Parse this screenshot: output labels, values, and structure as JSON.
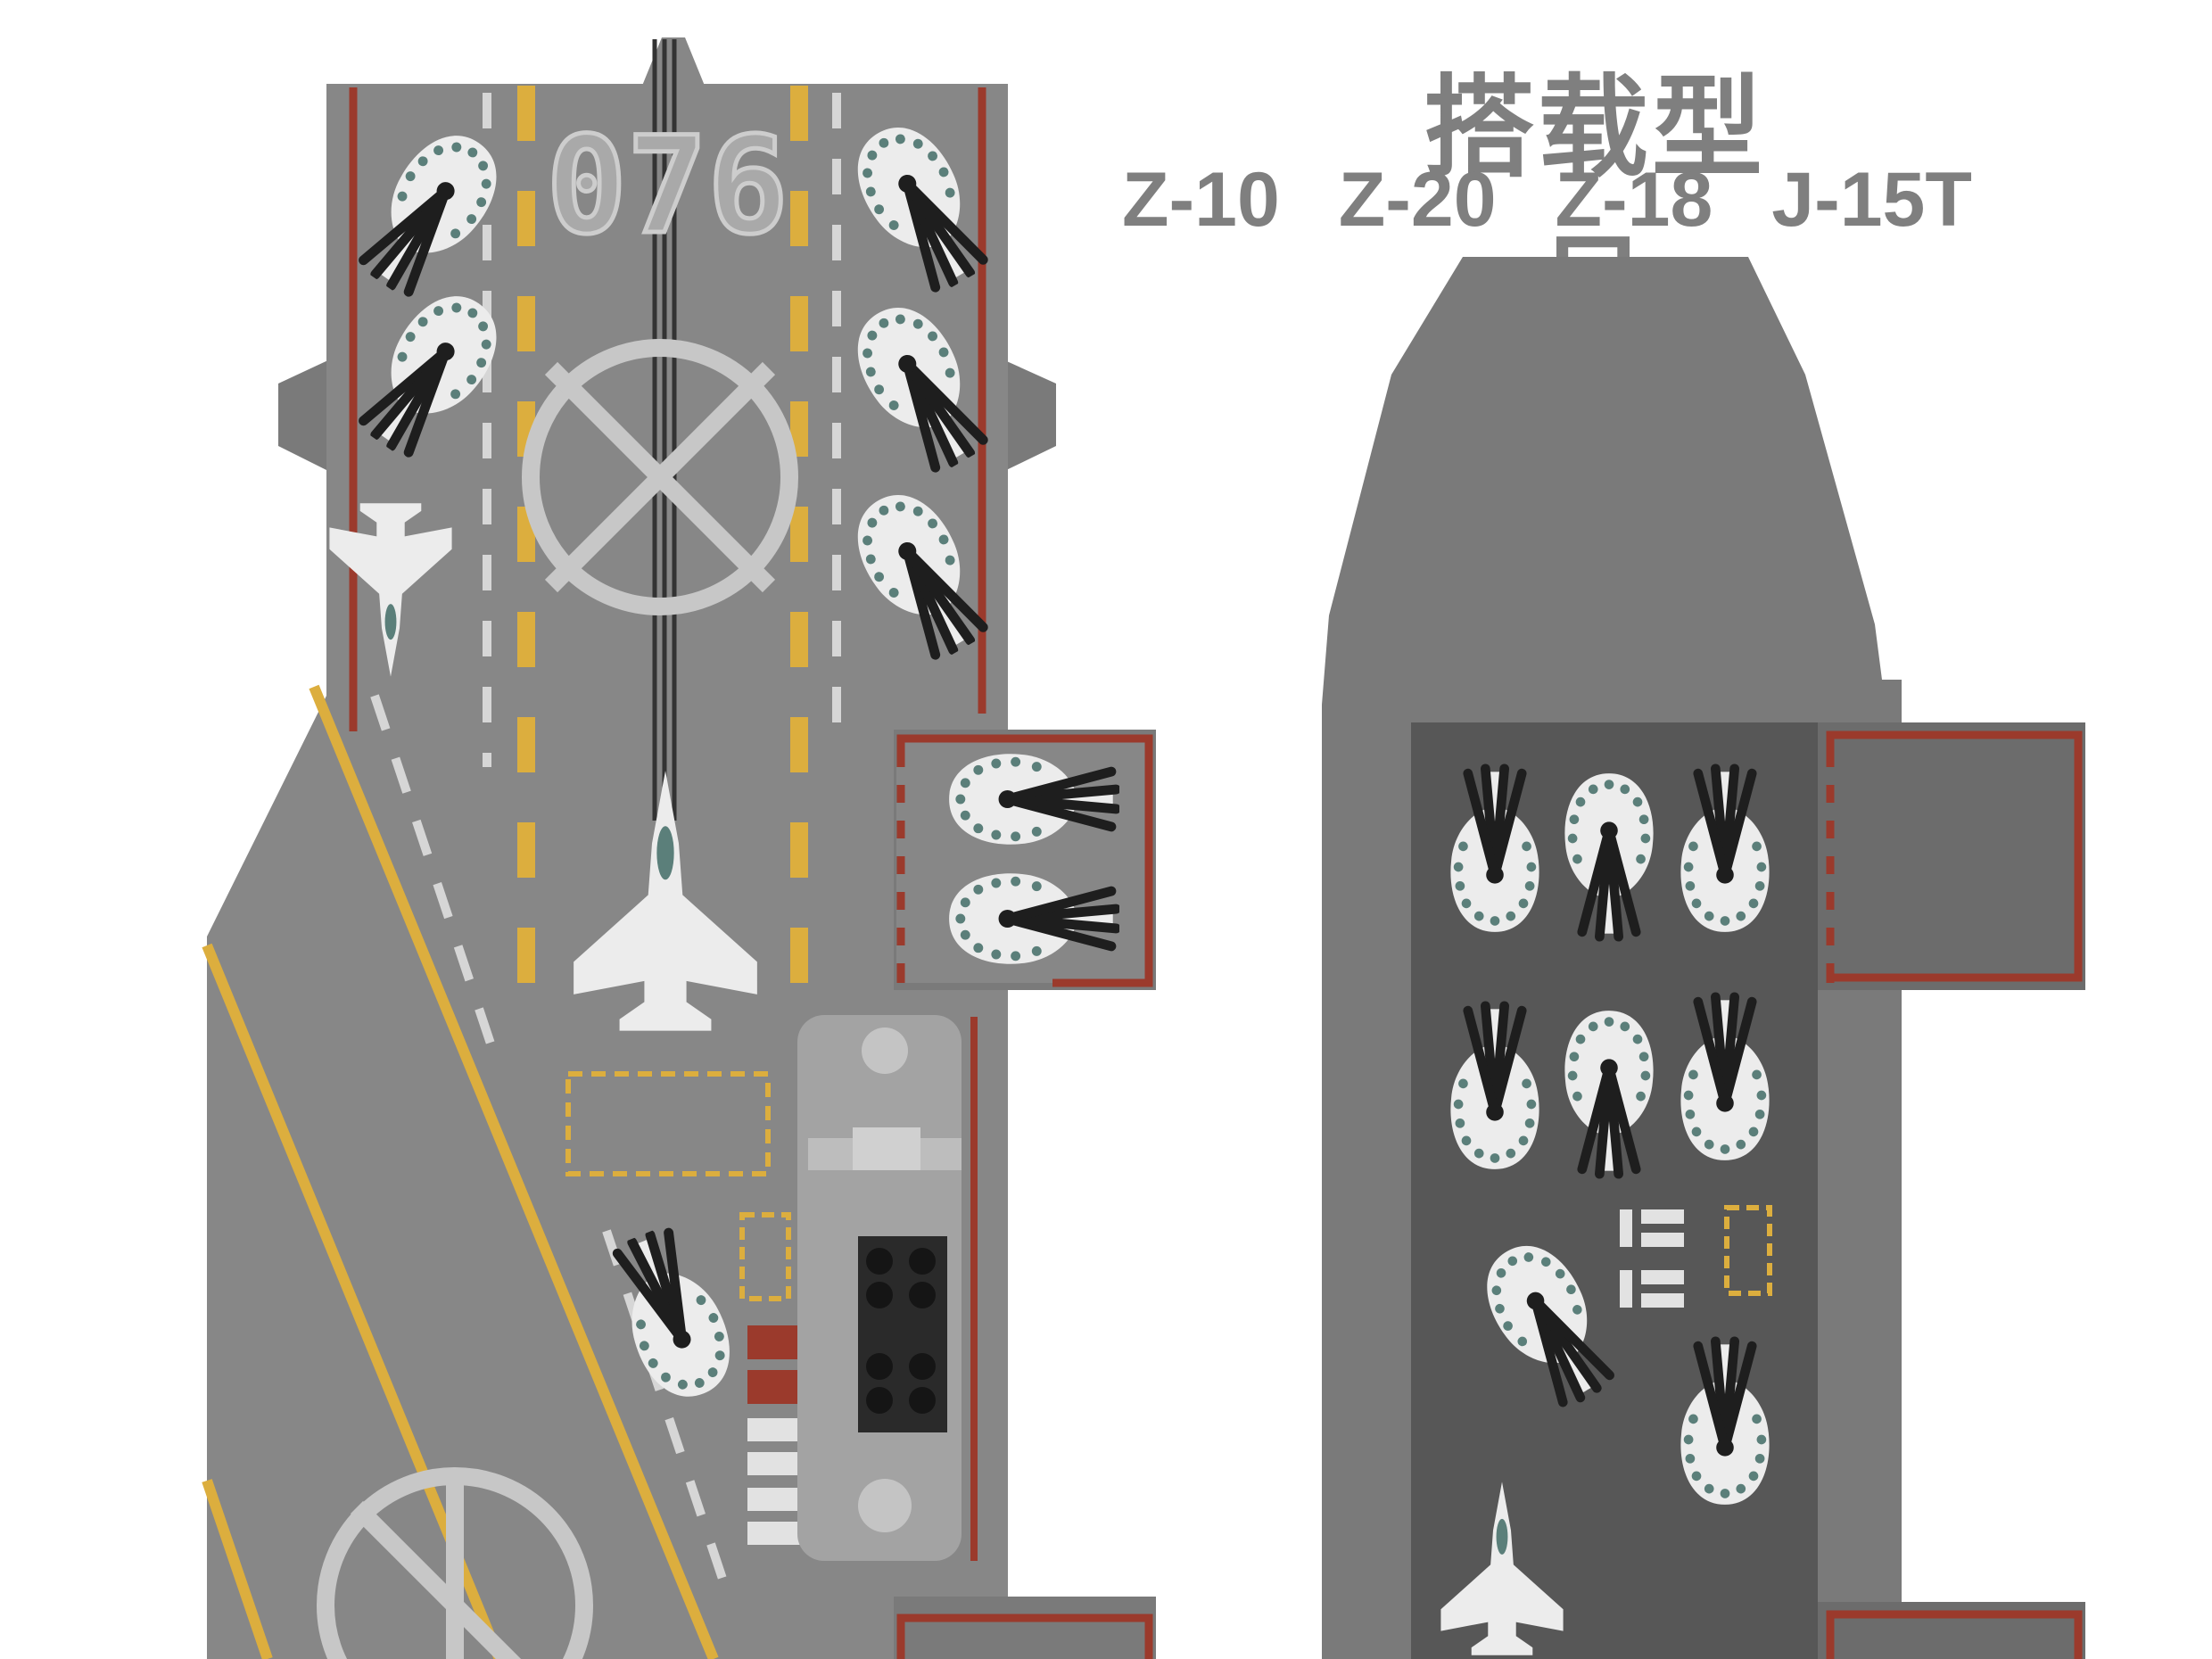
{
  "header": {
    "title": "搭载型号",
    "models": [
      "Z-10",
      "Z-20",
      "Z-18",
      "J-15T"
    ]
  },
  "flight_deck": {
    "hull_number": "076",
    "aircraft": [
      {
        "type": "helicopter"
      },
      {
        "type": "helicopter"
      },
      {
        "type": "helicopter"
      },
      {
        "type": "helicopter"
      },
      {
        "type": "helicopter"
      },
      {
        "type": "helicopter"
      },
      {
        "type": "helicopter"
      },
      {
        "type": "helicopter"
      },
      {
        "type": "helicopter"
      },
      {
        "type": "fixed-wing-jet"
      },
      {
        "type": "fixed-wing-jet"
      }
    ]
  },
  "hangar_deck": {
    "aircraft": [
      {
        "type": "helicopter"
      },
      {
        "type": "helicopter"
      },
      {
        "type": "helicopter"
      },
      {
        "type": "helicopter"
      },
      {
        "type": "helicopter"
      },
      {
        "type": "helicopter"
      },
      {
        "type": "helicopter"
      },
      {
        "type": "helicopter"
      },
      {
        "type": "fixed-wing-jet"
      }
    ]
  },
  "colors": {
    "deck": "#878787",
    "hangar_outer": "#7a7a7a",
    "hangar_floor": "#575757",
    "lane_yellow": "#dcae3e",
    "edge_red": "#9b3a2c",
    "aircraft_body": "#ececec",
    "aircraft_detail": "#5b7f7a",
    "rotor": "#1e1e1e",
    "text": "#7f7f7f"
  }
}
